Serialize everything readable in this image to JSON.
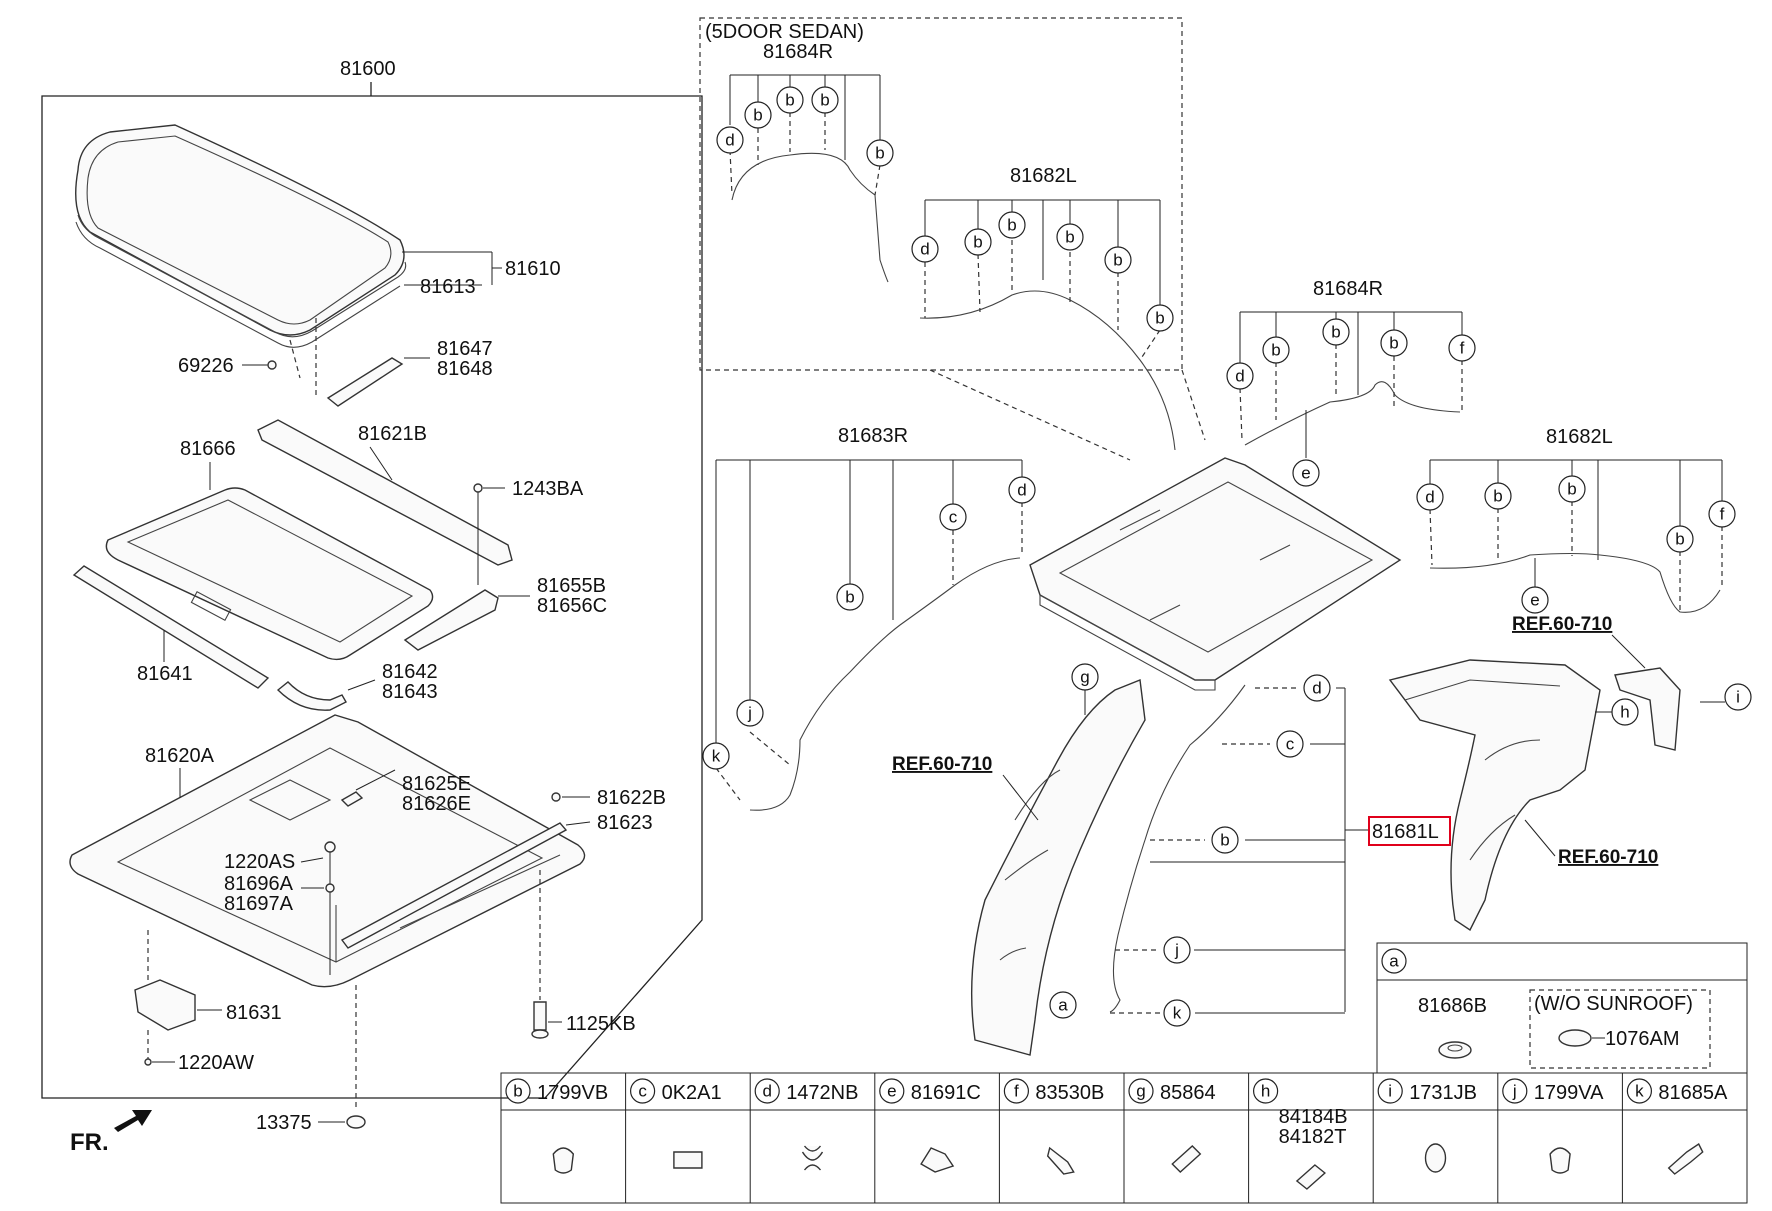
{
  "assembly": {
    "main": "81600",
    "glass_group": "81610",
    "glass_seal": "81613",
    "screw_69226": "69226",
    "bracket_l1": "81647",
    "bracket_l2": "81648",
    "frame_81666": "81666",
    "rail_81621b": "81621B",
    "bolt_1243ba": "1243BA",
    "guide_l1": "81655B",
    "guide_l2": "81656C",
    "trim_81641": "81641",
    "hose_l1": "81642",
    "hose_l2": "81643",
    "frame_81620a": "81620A",
    "part_l1": "81625E",
    "part_l2": "81626E",
    "part_81622b": "81622B",
    "part_81623": "81623",
    "bolt_1220as": "1220AS",
    "clip_l1": "81696A",
    "clip_l2": "81697A",
    "motor_81631": "81631",
    "bolt_1220aw": "1220AW",
    "bolt_1125kb": "1125KB",
    "grommet_13375": "13375",
    "front_label": "FR."
  },
  "variant_box": {
    "label": "(5DOOR SEDAN)",
    "hose_r": "81684R",
    "hose_l": "81682L"
  },
  "hoses": {
    "front_r": "81684R",
    "rear_r": "81683R",
    "rear_l": "81682L",
    "drain_l": "81681L"
  },
  "refs": {
    "ref1": "REF.60-710",
    "ref2": "REF.60-710",
    "ref3": "REF.60-710"
  },
  "callouts": {
    "a": "a",
    "b": "b",
    "c": "c",
    "d": "d",
    "e": "e",
    "f": "f",
    "g": "g",
    "h": "h",
    "i": "i",
    "j": "j",
    "k": "k"
  },
  "detail_a": {
    "letter": "a",
    "part": "81686B",
    "note": "(W/O SUNROOF)",
    "part2": "1076AM"
  },
  "legend": [
    {
      "letter": "b",
      "part": "1799VB"
    },
    {
      "letter": "c",
      "part": "0K2A1"
    },
    {
      "letter": "d",
      "part": "1472NB"
    },
    {
      "letter": "e",
      "part": "81691C"
    },
    {
      "letter": "f",
      "part": "83530B"
    },
    {
      "letter": "g",
      "part": "85864"
    },
    {
      "letter": "h",
      "part": "84184B",
      "part2": "84182T"
    },
    {
      "letter": "i",
      "part": "1731JB"
    },
    {
      "letter": "j",
      "part": "1799VA"
    },
    {
      "letter": "k",
      "part": "81685A"
    }
  ],
  "highlight_color": "#e0001b"
}
